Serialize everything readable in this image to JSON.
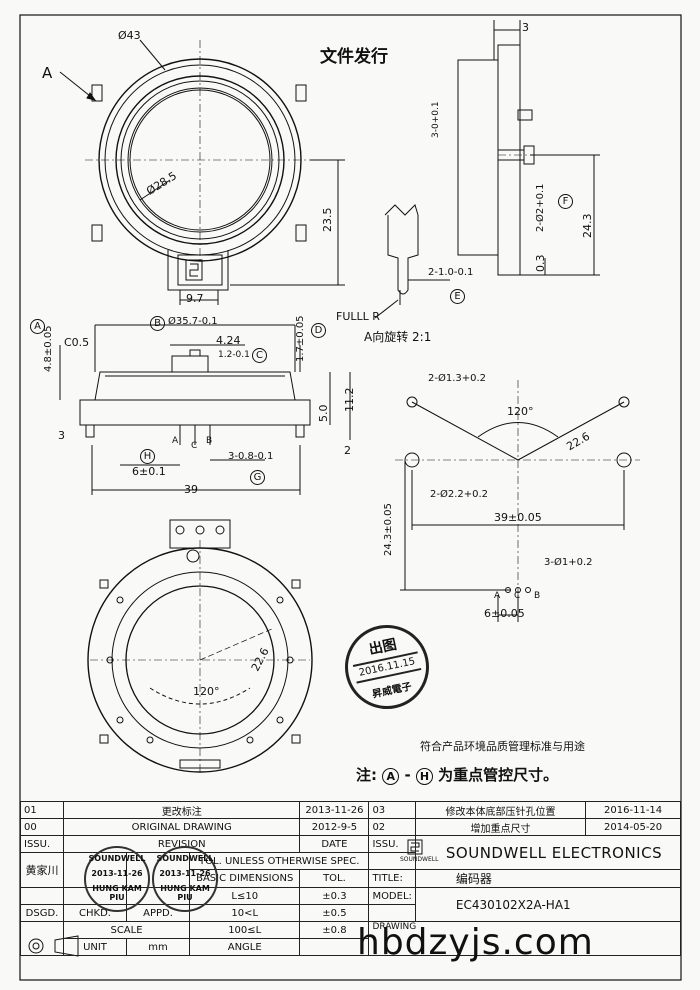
{
  "doc": {
    "release_title": "文件发行",
    "view_label": "A向旋转 2:1",
    "fulll_label": "FULLL R",
    "rohs_note": "符合产品环境品质管理标准与用途",
    "key_note_prefix": "注:",
    "key_note_range_from": "A",
    "key_note_dash": "-",
    "key_note_range_to": "H",
    "key_note_suffix": "为重点管控尺寸。",
    "view_a_marker": "A"
  },
  "dims": {
    "d43": "Ø43",
    "d28_5": "Ø28.5",
    "d23_5": "23.5",
    "d9_7": "9.7",
    "d3_top": "3",
    "d3_01": "3-0+0.1",
    "d2_02": "2-Ø2+0.1",
    "d24_3": "24.3",
    "d0_3": "0.3",
    "d2_10": "2-1.0-0.1",
    "d48": "4.8±0.05",
    "d35_7": "Ø35.7-0.1",
    "d17": "1.7±0.05",
    "c05": "C0.5",
    "d424": "4.24",
    "d12": "1.2-0.1",
    "d50": "5.0",
    "d112": "11.2",
    "d3_side": "3",
    "d2_side": "2",
    "d6_01": "6±0.1",
    "d3_08": "3-0.8-0.1",
    "d39": "39",
    "d2_13": "2-Ø1.3+0.2",
    "ang120a": "120°",
    "d22_6a": "22.6",
    "d2_22": "2-Ø2.2+0.2",
    "d39_005": "39±0.05",
    "d24_3_005": "24.3±0.05",
    "d3_01h": "3-Ø1+0.2",
    "d6_005": "6±0.05",
    "d22_6b": "22.6",
    "ang120b": "120°"
  },
  "circled": {
    "A": "A",
    "B": "B",
    "C": "C",
    "D": "D",
    "E": "E",
    "F": "F",
    "G": "G",
    "H": "H"
  },
  "pins": {
    "a": "A",
    "c": "C",
    "b": "B"
  },
  "stamp": {
    "top": "出图",
    "date": "2016.11.15",
    "bottom": "昇威電子"
  },
  "title_block": {
    "rev_01": "01",
    "rev_01_desc": "更改标注",
    "rev_01_date": "2013-11-26",
    "rev_03": "03",
    "rev_03_desc": "修改本体底部压针孔位置",
    "rev_03_date": "2016-11-14",
    "rev_00": "00",
    "rev_00_desc": "ORIGINAL DRAWING",
    "rev_00_date": "2012-9-5",
    "rev_02": "02",
    "rev_02_desc": "增加重点尺寸",
    "rev_02_date": "2014-05-20",
    "issu_l": "ISSU.",
    "revision": "REVISION",
    "date": "DATE",
    "issu_r": "ISSU.",
    "company": "SOUNDWELL ELECTRONICS",
    "logo_text": "SOUNDWELL",
    "designer": "黄家川",
    "tol_header": "TOL. UNLESS OTHERWISE SPEC.",
    "basic_dims": "BASIC DIMENSIONS",
    "tol": "TOL.",
    "title_lbl": "TITLE:",
    "title_val": "编码器",
    "model_lbl": "MODEL:",
    "model_val": "EC430102X2A-HA1",
    "row1_dim": "L≤10",
    "row1_tol": "±0.3",
    "row2_dim": "10<L",
    "row2_tol": "±0.5",
    "row3_dim": "100≤L",
    "row3_tol": "±0.8",
    "angle": "ANGLE",
    "dsgd": "DSGD.",
    "chkd": "CHKD.",
    "appd": "APPD.",
    "scale": "SCALE",
    "unit": "UNIT",
    "unit_val": "mm",
    "drawing_lbl": "DRAWING"
  },
  "small_stamps": {
    "s1_top": "SOUNDWELL",
    "s1_date": "2013-11-26",
    "s1_bottom": "HUNG KAM PIU",
    "s2_top": "SOUNDWELL",
    "s2_date": "2013-11-26",
    "s2_bottom": "HUNG KAM PIU"
  },
  "watermark": "hbdzyjs.com"
}
